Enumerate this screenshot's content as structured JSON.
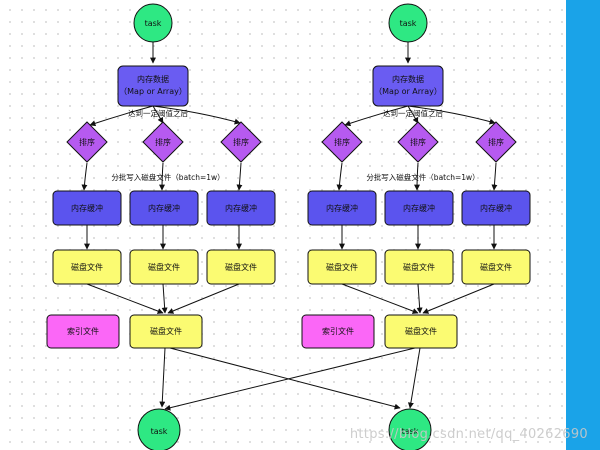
{
  "colors": {
    "task": "#2ee883",
    "memory_data": "#6a5cf2",
    "sort": "#b65af0",
    "memory_buffer": "#5b54ee",
    "disk_file": "#fbfb72",
    "index_file": "#fb67f7",
    "side_bar": "#1aa3e8"
  },
  "left": {
    "task_top": "task",
    "memory_data_line1": "内存数据",
    "memory_data_line2": "（Map or Array）",
    "threshold_label": "达到一定阈值之后",
    "sort": [
      "排序",
      "排序",
      "排序"
    ],
    "batch_label": "分批写入磁盘文件（batch=1w）",
    "buffers": [
      "内存缓冲",
      "内存缓冲",
      "内存缓冲"
    ],
    "disk_files": [
      "磁盘文件",
      "磁盘文件",
      "磁盘文件"
    ],
    "index_file": "索引文件",
    "merged_disk_file": "磁盘文件",
    "task_bottom": "task"
  },
  "right": {
    "task_top": "task",
    "memory_data_line1": "内存数据",
    "memory_data_line2": "（Map or Array）",
    "threshold_label": "达到一定阈值之后",
    "sort": [
      "排序",
      "排序",
      "排序"
    ],
    "batch_label": "分批写入磁盘文件（batch=1w）",
    "buffers": [
      "内存缓冲",
      "内存缓冲",
      "内存缓冲"
    ],
    "disk_files": [
      "磁盘文件",
      "磁盘文件",
      "磁盘文件"
    ],
    "index_file": "索引文件",
    "merged_disk_file": "磁盘文件",
    "task_bottom": "task"
  },
  "watermark": "https://blog.csdn.net/qq_40262690"
}
